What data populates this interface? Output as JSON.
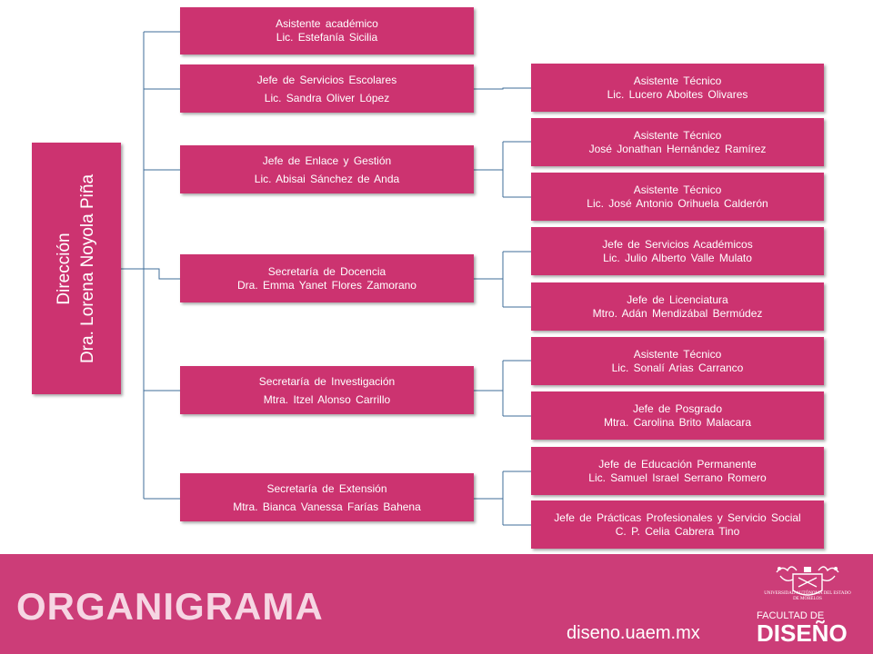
{
  "root": {
    "title": "Dirección",
    "name": "Dra. Lorena Noyola Piña"
  },
  "level1": [
    {
      "title": "Asistente académico",
      "name": "Lic. Estefanía Sicilia"
    },
    {
      "title": "Jefe de Servicios Escolares",
      "name": "Lic. Sandra Oliver López"
    },
    {
      "title": "Jefe de Enlace y Gestión",
      "name": "Lic. Abisai Sánchez de Anda"
    },
    {
      "title": "Secretaría de Docencia",
      "name": "Dra. Emma Yanet Flores Zamorano"
    },
    {
      "title": "Secretaría de Investigación",
      "name": "Mtra. Itzel Alonso Carrillo"
    },
    {
      "title": "Secretaría de Extensión",
      "name": "Mtra. Bianca Vanessa Farías Bahena"
    }
  ],
  "level2": [
    {
      "title": "Asistente Técnico",
      "name": "Lic. Lucero Aboites Olivares"
    },
    {
      "title": "Asistente Técnico",
      "name": "José Jonathan Hernández Ramírez"
    },
    {
      "title": "Asistente Técnico",
      "name": "Lic. José Antonio Orihuela Calderón"
    },
    {
      "title": "Jefe de Servicios Académicos",
      "name": "Lic. Julio Alberto Valle Mulato"
    },
    {
      "title": "Jefe de Licenciatura",
      "name": "Mtro. Adán Mendizábal Bermúdez"
    },
    {
      "title": "Asistente Técnico",
      "name": "Lic. Sonalí Arias Carranco"
    },
    {
      "title": "Jefe de Posgrado",
      "name": "Mtra. Carolina Brito Malacara"
    },
    {
      "title": "Jefe de Educación Permanente",
      "name": "Lic. Samuel Israel Serrano Romero"
    },
    {
      "title": "Jefe de Prácticas Profesionales y Servicio Social",
      "name": "C. P. Celia Cabrera Tino"
    }
  ],
  "footer": {
    "title": "ORGANIGRAMA",
    "url": "diseno.uaem.mx",
    "university": "UNIVERSIDAD AUTÓNOMA DEL ESTADO DE MORELOS",
    "faculty_label": "FACULTAD DE",
    "faculty_name": "DISEÑO"
  },
  "colors": {
    "box": "#cc3370",
    "connector": "#3f6e9a",
    "footer": "#cc3d78"
  }
}
